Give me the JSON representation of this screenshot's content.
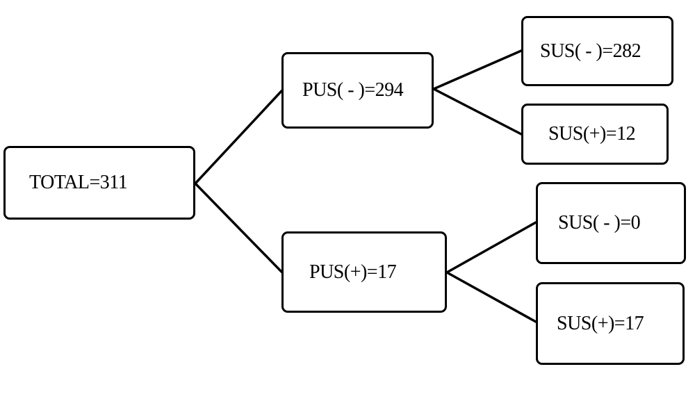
{
  "tree": {
    "root": {
      "label": "TOTAL=311"
    },
    "level1": [
      {
        "label": "PUS( - )=294"
      },
      {
        "label": "PUS(+)=17"
      }
    ],
    "level2": [
      {
        "label": "SUS( - )=282"
      },
      {
        "label": "SUS(+)=12"
      },
      {
        "label": "SUS( - )=0"
      },
      {
        "label": "SUS(+)=17"
      }
    ]
  },
  "colors": {
    "stroke": "#000000",
    "background": "#ffffff",
    "text": "#000000"
  }
}
